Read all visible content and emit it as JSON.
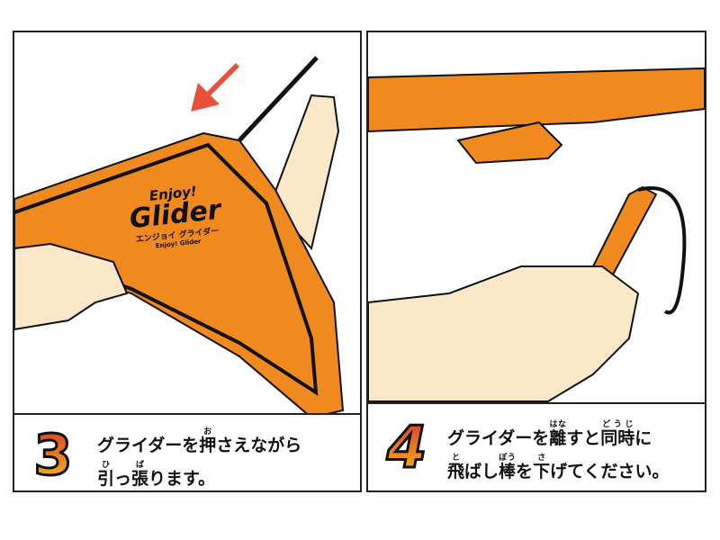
{
  "colors": {
    "glider": "#f08a1e",
    "outline": "#111111",
    "arrow": "#e8503a",
    "skin": "#fbe8c8"
  },
  "step3": {
    "number": "3",
    "line1": {
      "before": "グライダーを",
      "kanji": "押",
      "ruby": "お",
      "after": "さえながら"
    },
    "line2": {
      "k1": "引",
      "r1": "ひ",
      "mid": "っ",
      "k2": "張",
      "r2": "ば",
      "after": "ります。"
    },
    "logo": {
      "title1": "Enjoy!",
      "title2": "Glider",
      "kana": "エンジョイ グライダー",
      "small": "Enjoy! Glider"
    }
  },
  "step4": {
    "number": "4",
    "line1": {
      "before": "グライダーを",
      "k1": "離",
      "r1": "はな",
      "mid": "すと",
      "k2": "同時",
      "r2": "どうじ",
      "after": "に"
    },
    "line2": {
      "k1": "飛",
      "r1": "と",
      "mid1": "ばし",
      "k2": "棒",
      "r2": "ぼう",
      "mid2": "を",
      "k3": "下",
      "r3": "さ",
      "after": "げてください。"
    }
  }
}
